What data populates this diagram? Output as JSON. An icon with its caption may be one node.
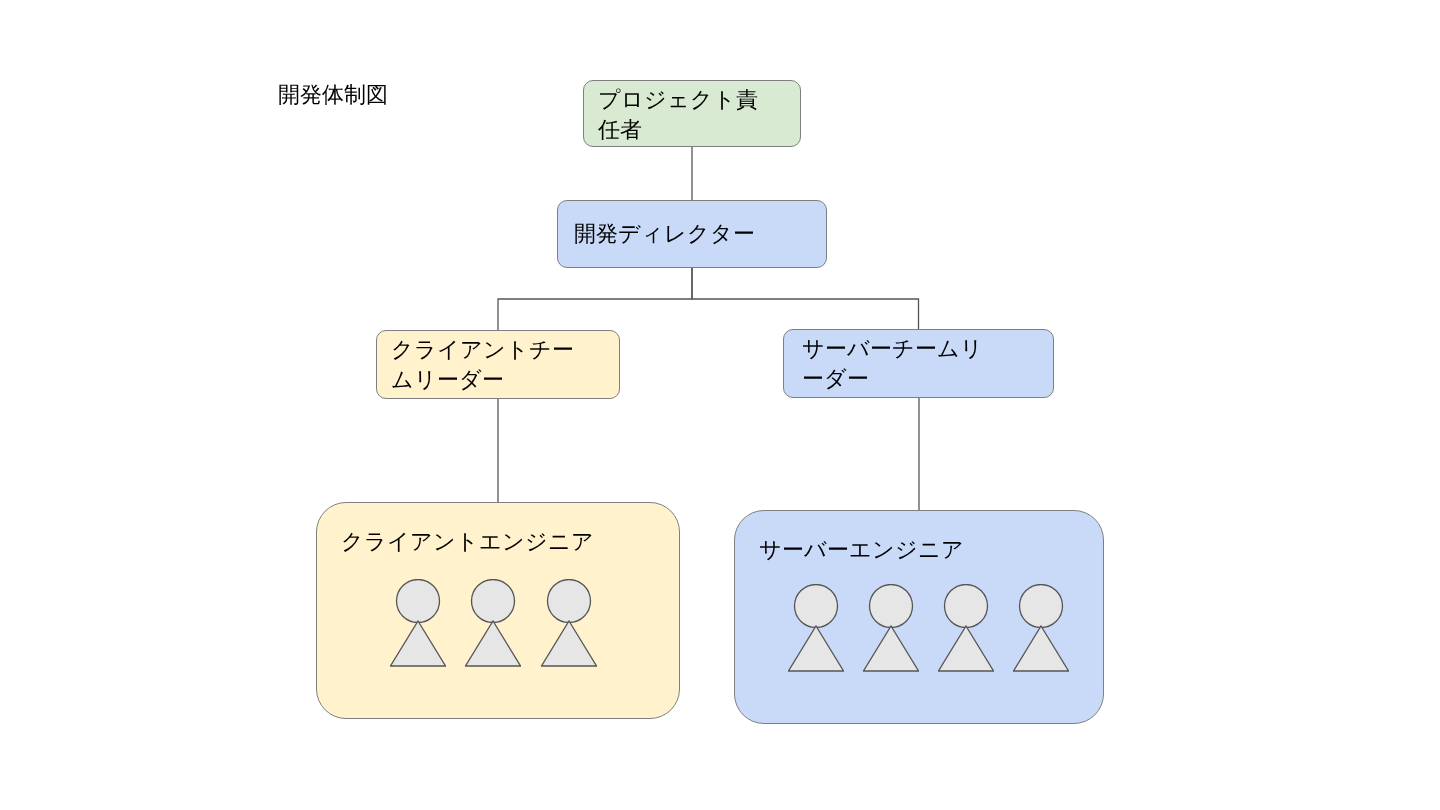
{
  "diagram": {
    "title": "開発体制図",
    "nodes": [
      {
        "text": [
          "プロジェクト責任者"
        ]
      },
      {
        "text": [
          "開発ディレクター"
        ]
      },
      {
        "text": [
          "クライアントチームリーダー"
        ]
      },
      {
        "text": [
          "サーバーチームリーダー"
        ]
      },
      {
        "text": [
          "クライアントエンジニア"
        ]
      },
      {
        "text": [],
        "shape": "person",
        "in": 4
      },
      {
        "text": [],
        "shape": "person",
        "in": 4
      },
      {
        "text": [],
        "shape": "person",
        "in": 4
      },
      {
        "text": [
          "サーバーエンジニア"
        ]
      },
      {
        "text": [],
        "shape": "person",
        "in": 8
      },
      {
        "text": [],
        "shape": "person",
        "in": 8
      },
      {
        "text": [],
        "shape": "person",
        "in": 8
      },
      {
        "text": [],
        "shape": "person",
        "in": 8
      }
    ],
    "edges": [
      {
        "from": 0,
        "to": 1,
        "arrow": "none"
      },
      {
        "from": 1,
        "to": 2,
        "arrow": "none"
      },
      {
        "from": 1,
        "to": 3,
        "arrow": "none"
      },
      {
        "from": 2,
        "to": 4,
        "arrow": "none"
      },
      {
        "from": 3,
        "to": 8,
        "arrow": "none"
      }
    ]
  }
}
